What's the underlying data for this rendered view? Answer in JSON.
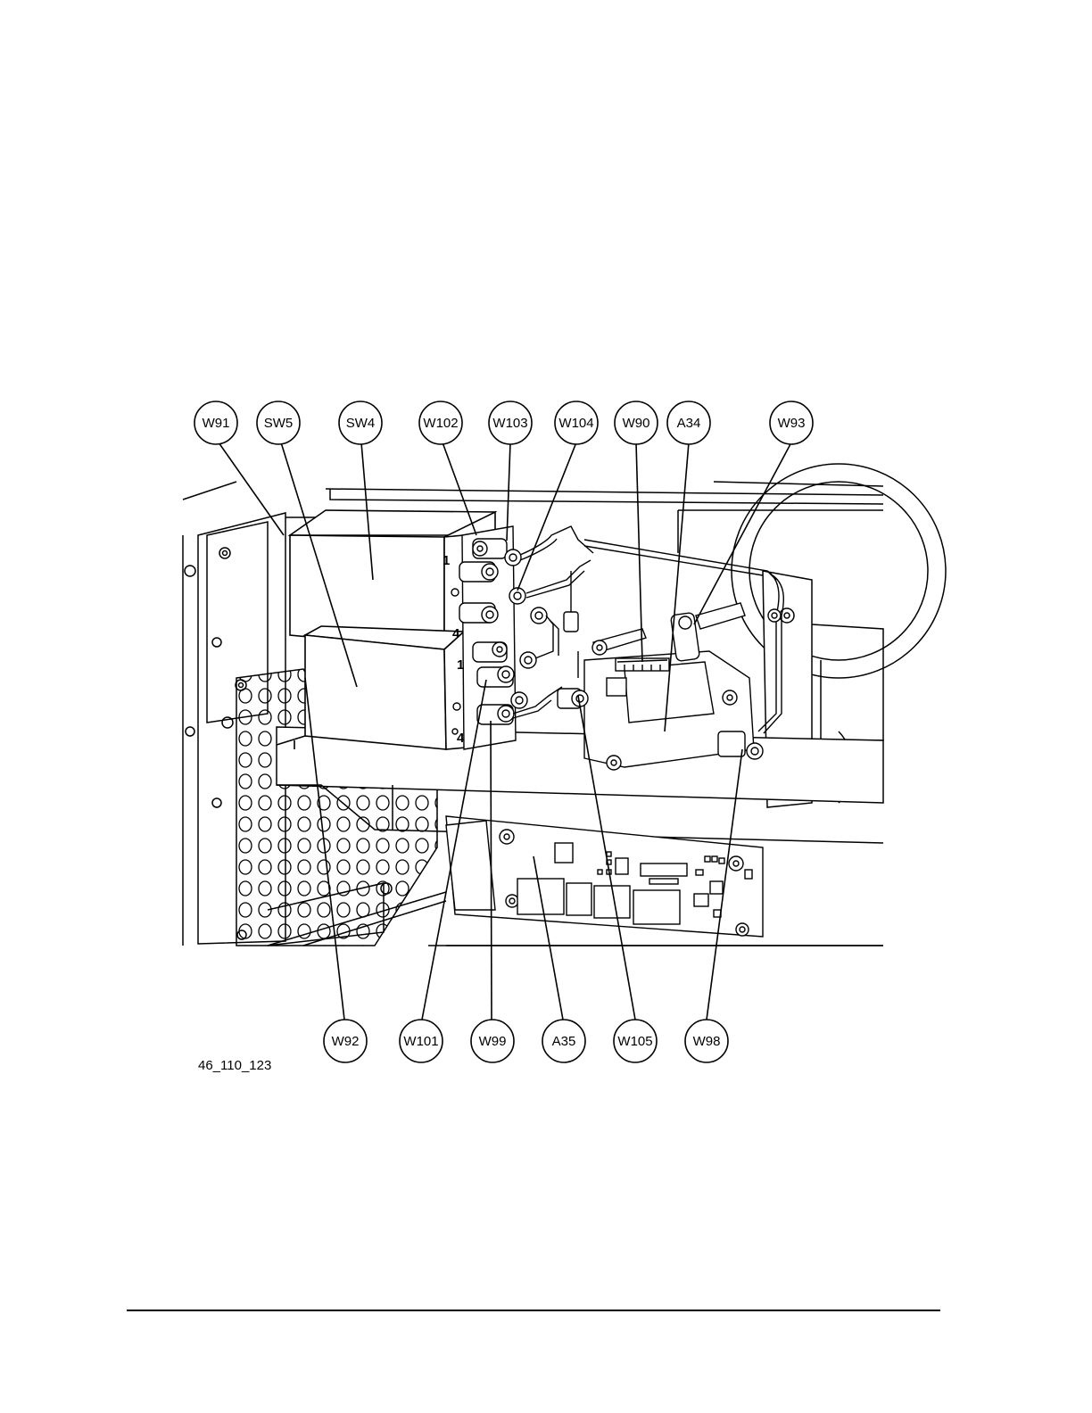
{
  "figure": {
    "id": "46_110_123",
    "callouts_top": [
      "W91",
      "SW5",
      "SW4",
      "W102",
      "W103",
      "W104",
      "W90",
      "A34",
      "W93"
    ],
    "callouts_bottom": [
      "W92",
      "W101",
      "W99",
      "A35",
      "W105",
      "W98"
    ],
    "switch_port_labels": [
      "1",
      "4",
      "1",
      "4"
    ]
  },
  "colors": {
    "line": "#000000",
    "background": "#ffffff"
  }
}
